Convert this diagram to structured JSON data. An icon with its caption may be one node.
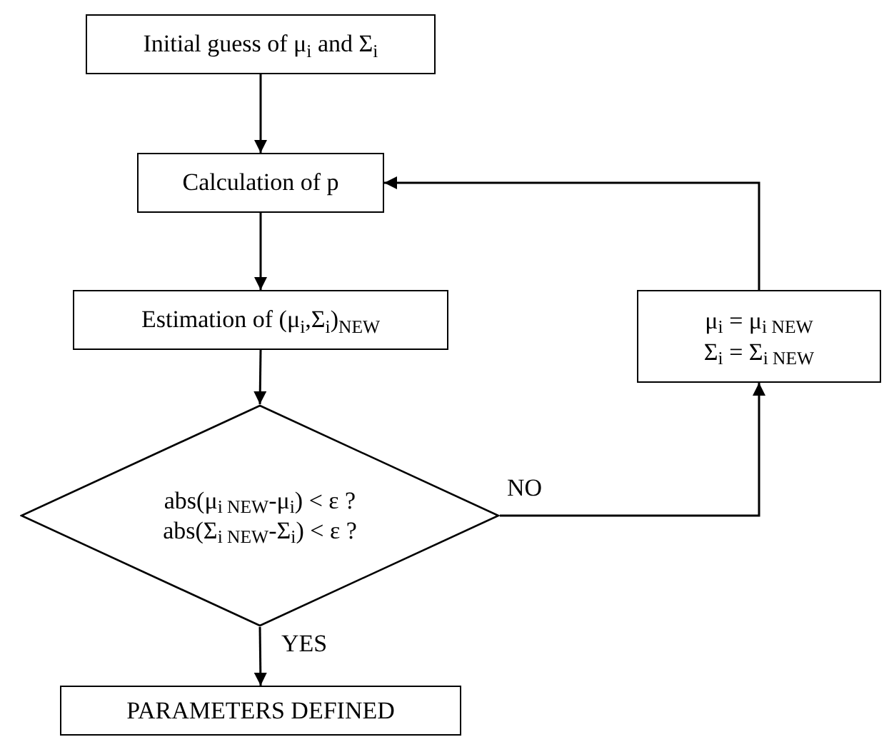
{
  "diagram": {
    "nodes": [
      {
        "text": [
          "Initial guess of μ$_{i}$ and Σ$_{i}$"
        ]
      },
      {
        "text": [
          "Calculation of p"
        ]
      },
      {
        "text": [
          "Estimation of (μ$_{i}$,Σ$_{i}$)$_{NEW}$"
        ]
      },
      {
        "text": [
          "abs(μ$_{i NEW}$-μ$_{i}$) < ε ?",
          "abs(Σ$_{i NEW}$-Σ$_{i}$) < ε ?"
        ]
      },
      {
        "text": [
          "μ$_{i}$ = μ$_{i NEW}$",
          "Σ$_{i}$ = Σ$_{i  NEW}$"
        ]
      },
      {
        "text": [
          "PARAMETERS DEFINED"
        ]
      }
    ],
    "edges": [
      {
        "from": 0,
        "to": 1,
        "arrow": "to"
      },
      {
        "from": 1,
        "to": 2,
        "arrow": "to"
      },
      {
        "from": 2,
        "to": 3,
        "arrow": "to"
      },
      {
        "from": 3,
        "to": 4,
        "arrow": "to",
        "label": "NO"
      },
      {
        "from": 4,
        "to": 1,
        "arrow": "to"
      },
      {
        "from": 3,
        "to": 5,
        "arrow": "to",
        "label": "YES"
      }
    ]
  }
}
